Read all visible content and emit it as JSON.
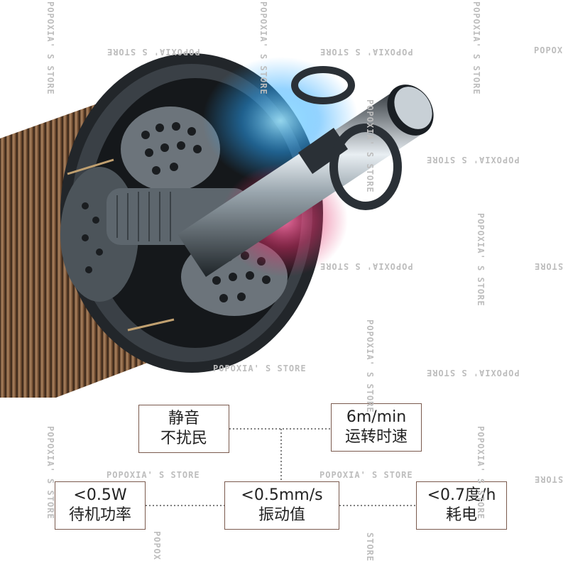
{
  "specs": {
    "quiet": {
      "line1": "静音",
      "line2": "不扰民"
    },
    "speed": {
      "line1": "6m/min",
      "line2": "运转时速"
    },
    "standby": {
      "line1": "<0.5W",
      "line2": "待机功率"
    },
    "vibration": {
      "line1": "<0.5mm/s",
      "line2": "振动值"
    },
    "power": {
      "line1": "<0.7度/h",
      "line2": "耗电"
    }
  },
  "watermark": {
    "text": "POPOXIA' S STORE",
    "short": "POPOX",
    "tail": "STORE",
    "popox_v": "POPOX"
  },
  "colors": {
    "box_border": "#7a5a4e",
    "connector": "#555555",
    "watermark": "#bdbdbd",
    "glow_blue": "#2aa8ff",
    "glow_magenta": "#e0306a",
    "copper": "#a8754a"
  }
}
